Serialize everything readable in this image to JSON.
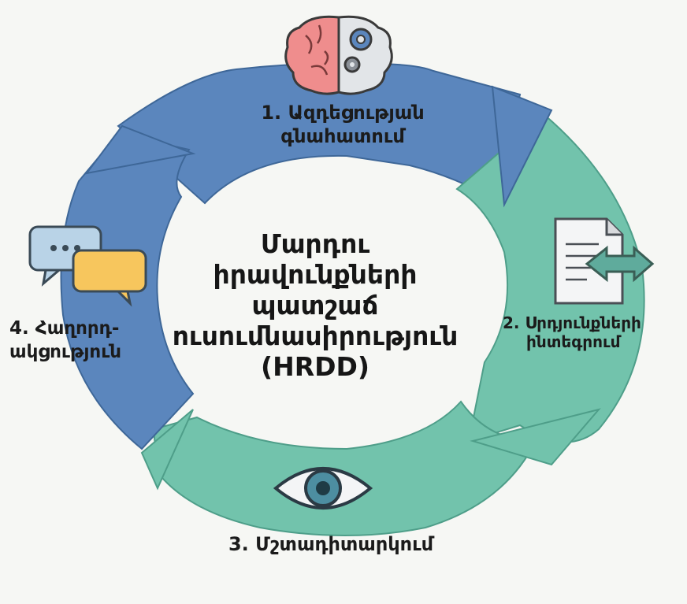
{
  "diagram": {
    "center_title_lines": [
      "Մարդու",
      "իրավունքների",
      "պատշաճ",
      "ուսումնասիրություն",
      "(HRDD)"
    ],
    "steps": [
      {
        "lines": [
          "1. Ազդեցության",
          "գնահատում"
        ],
        "icon": "brain-gear-icon",
        "color": "#5b86bd"
      },
      {
        "lines": [
          "2. Սրդյունքների",
          "ինտեգրում"
        ],
        "icon": "document-arrows-icon",
        "color": "#72c3ac"
      },
      {
        "lines": [
          "3. Մշտադիտարկում"
        ],
        "icon": "eye-icon",
        "color": "#72c3ac"
      },
      {
        "lines": [
          "4. Հաղորդ-",
          "ակցություն"
        ],
        "icon": "chat-bubbles-icon",
        "color": "#5b86bd"
      }
    ]
  }
}
